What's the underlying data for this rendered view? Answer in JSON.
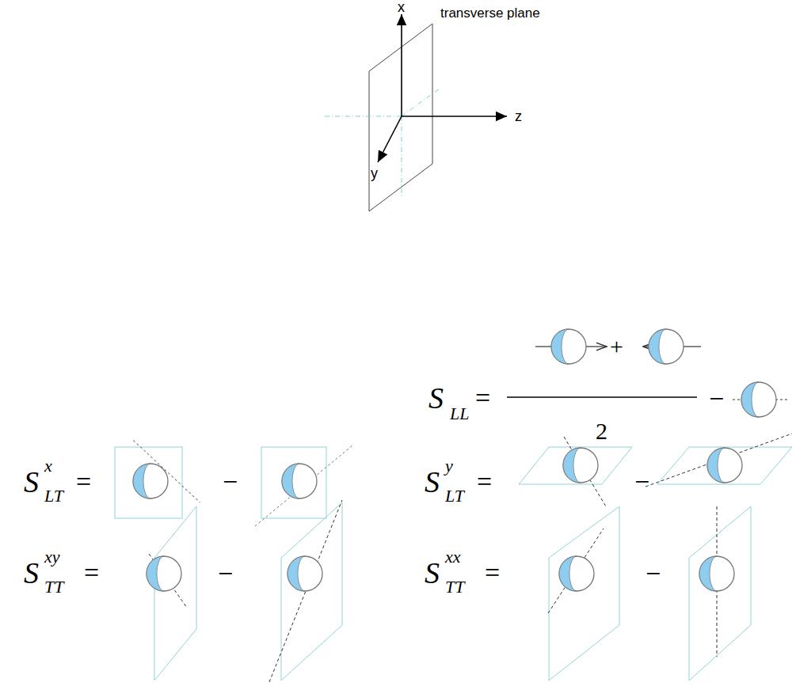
{
  "diagram": {
    "labels": [
      "x",
      "transverse plane",
      "z",
      "y",
      "S",
      "LL",
      "=",
      "+",
      "2",
      "−",
      "S",
      "x",
      "LT",
      "=",
      "−",
      "S",
      "y",
      "LT",
      "=",
      "−",
      "S",
      "xy",
      "TT",
      "=",
      "−",
      "S",
      "xx",
      "TT",
      "=",
      "−"
    ]
  }
}
